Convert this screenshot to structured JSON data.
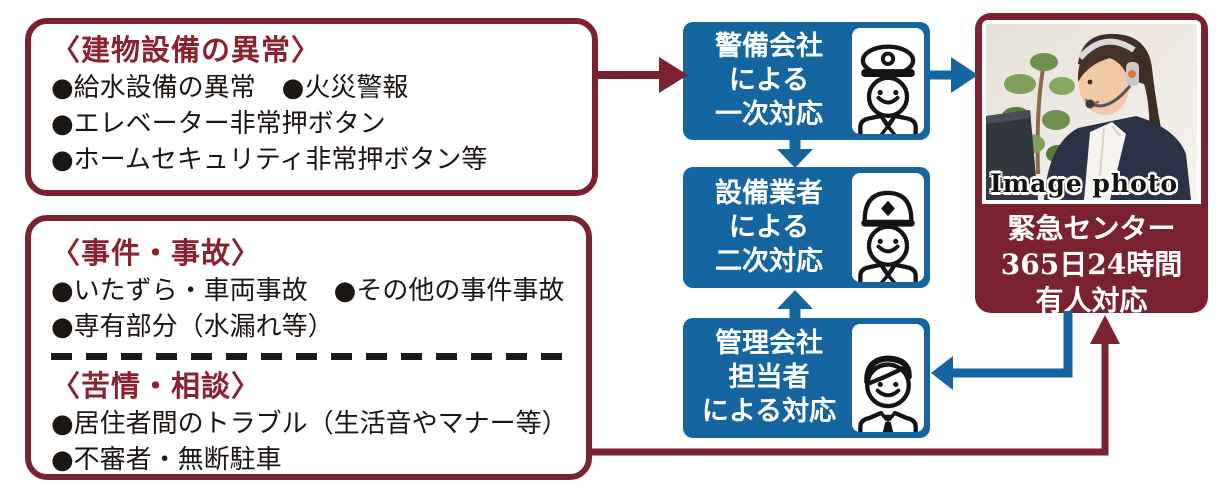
{
  "colors": {
    "maroon": "#7a2230",
    "heading_red": "#8b2230",
    "blue": "#1565a0",
    "text_black": "#1c1613"
  },
  "building_box": {
    "heading": "〈建物設備の異常〉",
    "lines": [
      "●給水設備の異常　●火災警報",
      "●エレベーター非常押ボタン",
      "●ホームセキュリティ非常押ボタン等"
    ]
  },
  "incident_box": {
    "heading": "〈事件・事故〉",
    "lines": [
      "●いたずら・車両事故　●その他の事件事故",
      "●専有部分（水漏れ等）"
    ],
    "heading2": "〈苦情・相談〉",
    "lines2": [
      "●居住者間のトラブル（生活音やマナー等）",
      "●不審者・無断駐車"
    ]
  },
  "flow": [
    {
      "lines": [
        "警備会社",
        "による",
        "一次対応"
      ],
      "icon": "security-guard-icon"
    },
    {
      "lines": [
        "設備業者",
        "による",
        "二次対応"
      ],
      "icon": "helmet-worker-icon"
    },
    {
      "lines": [
        "管理会社",
        "担当者",
        "による対応"
      ],
      "icon": "manager-icon"
    }
  ],
  "emergency": {
    "image_label": "Image photo",
    "lines": [
      "緊急センター",
      "365日24時間",
      "有人対応"
    ]
  }
}
